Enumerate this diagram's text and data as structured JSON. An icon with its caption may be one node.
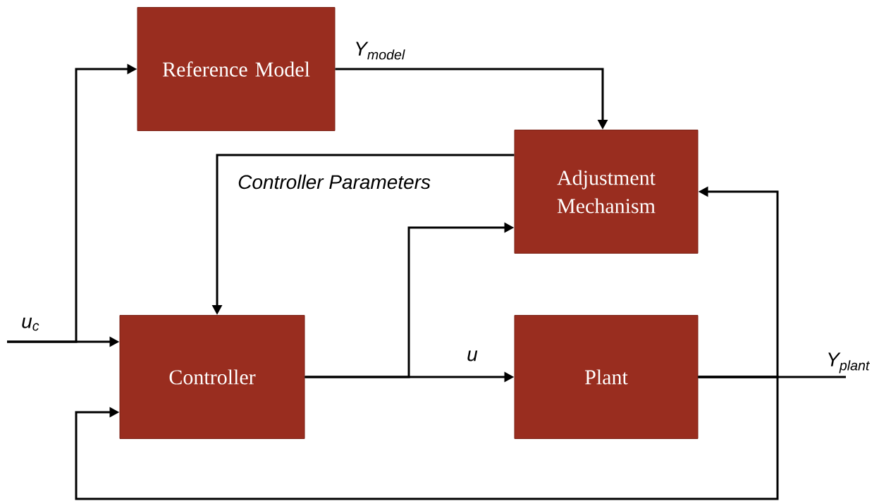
{
  "diagram": {
    "nodes": [
      {
        "text": [
          "Reference Model"
        ]
      },
      {
        "text": [
          "Adjustment Mechanism"
        ]
      },
      {
        "text": [
          "Controller"
        ]
      },
      {
        "text": [
          "Plant"
        ]
      }
    ],
    "edges": [
      {
        "from": null,
        "to": 2,
        "arrow": "to",
        "label": "u$_{c}$"
      },
      {
        "from": null,
        "to": 0,
        "arrow": "to"
      },
      {
        "from": 0,
        "to": 1,
        "arrow": "to",
        "label": "Y$_{model}$"
      },
      {
        "from": 1,
        "to": 2,
        "arrow": "to",
        "label": "Controller Parameters"
      },
      {
        "from": 2,
        "to": 3,
        "arrow": "to",
        "label": "u"
      },
      {
        "from": 2,
        "to": 1,
        "arrow": "to"
      },
      {
        "from": 3,
        "to": null,
        "arrow": "none",
        "label": "Y$_{plant}$"
      },
      {
        "from": 3,
        "to": 1,
        "arrow": "to"
      },
      {
        "from": 3,
        "to": 2,
        "arrow": "to"
      }
    ]
  }
}
